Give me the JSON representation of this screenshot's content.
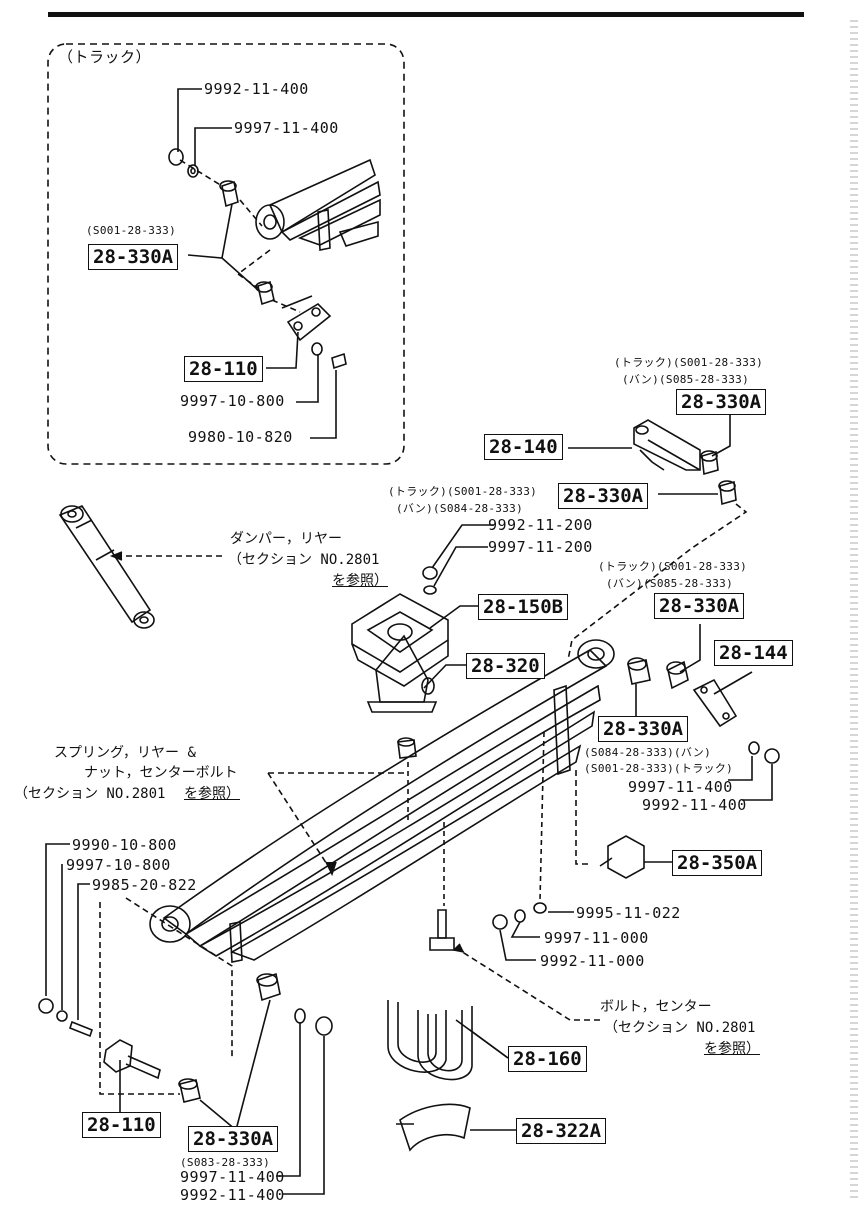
{
  "inset": {
    "title": "（トラック）",
    "label_9992_11_400": "9992-11-400",
    "label_9997_11_400": "9997-11-400",
    "sub_code": "(S001-28-333)",
    "box_28_330A": "28-330A",
    "box_28_110": "28-110",
    "label_9997_10_800": "9997-10-800",
    "label_9980_10_820": "9980-10-820"
  },
  "upper_right": {
    "note_line1": "(トラック)(S001-28-333)",
    "note_line2": "(バン)(S085-28-333)",
    "box_28_330A_a": "28-330A",
    "box_28_140": "28-140",
    "note2_line1": "(トラック)(S001-28-333)",
    "note2_line2": "(バン)(S084-28-333)",
    "box_28_330A_b": "28-330A"
  },
  "mount": {
    "damper_line1": "ダンパー，リヤー",
    "damper_line2": "（セクション NO.2801",
    "damper_line3": "を参照）",
    "label_9992_11_200": "9992-11-200",
    "label_9997_11_200": "9997-11-200",
    "box_28_150B": "28-150B",
    "box_28_320": "28-320",
    "note3_line1": "(トラック)(S001-28-333)",
    "note3_line2": "(バン)(S085-28-333)",
    "box_28_330A_c": "28-330A",
    "box_28_144": "28-144"
  },
  "spring": {
    "spring_line1": "スプリング，リヤー &",
    "spring_line2": "ナット，センターボルト",
    "spring_line3": "（セクション NO.2801",
    "spring_line3b": "を参照）",
    "box_28_330A_d": "28-330A",
    "note4_line1": "(S084-28-333)(バン)",
    "note4_line2": "(S001-28-333)(トラック)",
    "label_9997_11_400_b": "9997-11-400",
    "label_9992_11_400_b": "9992-11-400",
    "box_28_350A": "28-350A"
  },
  "front_eye": {
    "label_9990_10_800": "9990-10-800",
    "label_9997_10_800_b": "9997-10-800",
    "label_9985_20_822": "9985-20-822",
    "box_28_110_b": "28-110",
    "box_28_330A_e": "28-330A",
    "note5": "(S083-28-333)",
    "label_9997_11_400_c": "9997-11-400",
    "label_9992_11_400_c": "9992-11-400"
  },
  "ubolt": {
    "label_9995_11_022": "9995-11-022",
    "label_9997_11_000": "9997-11-000",
    "label_9992_11_000": "9992-11-000",
    "bolt_line1": "ボルト，センター",
    "bolt_line2": "（セクション NO.2801",
    "bolt_line3": "を参照）",
    "box_28_160": "28-160",
    "box_28_322A": "28-322A"
  }
}
